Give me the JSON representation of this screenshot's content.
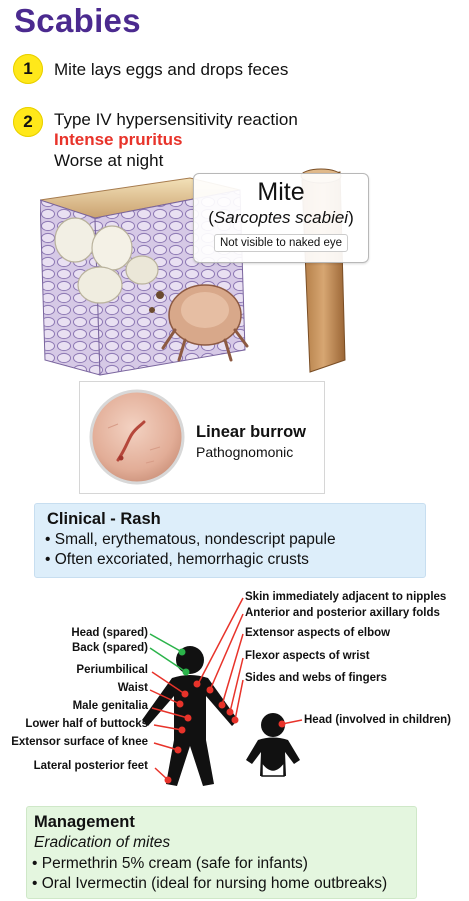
{
  "title": "Scabies",
  "steps": [
    {
      "num": "1",
      "text": "Mite lays eggs and drops feces"
    },
    {
      "num": "2",
      "text": "Type IV hypersensitivity reaction",
      "highlight": "Intense pruritus",
      "extra": "Worse at night"
    }
  ],
  "mite": {
    "title": "Mite",
    "open": "(",
    "species": "Sarcoptes scabiei",
    "close": ")",
    "note": "Not visible to naked eye"
  },
  "burrow": {
    "title": "Linear burrow",
    "subtitle": "Pathognomonic"
  },
  "clinical": {
    "title": "Clinical - Rash",
    "bullets": [
      "Small, erythematous, nondescript papule",
      "Often excoriated, hemorrhagic crusts"
    ]
  },
  "body_map": {
    "left_labels": [
      "Head (spared)",
      "Back (spared)",
      "Periumbilical",
      "Waist",
      "Male genitalia",
      "Lower half of buttocks",
      "Extensor surface of knee",
      "Lateral posterior feet"
    ],
    "right_labels": [
      "Skin immediately adjacent to nipples",
      "Anterior and posterior axillary folds",
      "Extensor aspects of elbow",
      "Flexor aspects of wrist",
      "Sides and webs of fingers"
    ],
    "child_label": "Head (involved in children)"
  },
  "management": {
    "title": "Management",
    "subtitle": "Eradication of mites",
    "bullets": [
      "Permethrin 5% cream (safe for infants)",
      "Oral Ivermectin (ideal for nursing home outbreaks)"
    ]
  },
  "colors": {
    "title": "#4b2a8f",
    "badge": "#ffe81a",
    "pruritus": "#e8332a",
    "lesion_dot": "#e8332a",
    "spared_line": "#2bb34a",
    "clinical_bg": "#ddeefa",
    "management_bg": "#e4f6df"
  }
}
